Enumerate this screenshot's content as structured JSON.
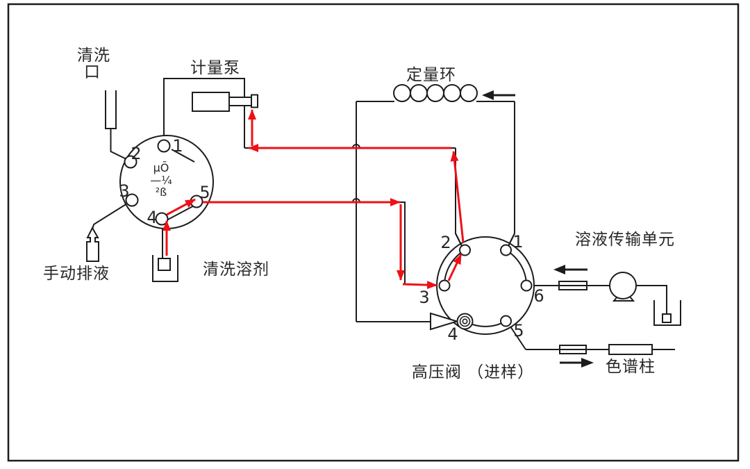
{
  "frame": {
    "background": "#ffffff"
  },
  "colors": {
    "line": "#1c1c1c",
    "flow": "#ee1016",
    "text": "#272727"
  },
  "labels": {
    "wash_port_line1": "清洗",
    "wash_port_line2": "口",
    "metering_pump": "计量泵",
    "sample_loop": "定量环",
    "solution_transfer_unit": "溶液传输单元",
    "manual_drain": "手动排液",
    "wash_solvent": "清洗溶剂",
    "high_pressure_valve": "高压阀 （进样）",
    "column": "色谱柱"
  },
  "left_valve": {
    "center_text": [
      "µÕ",
      "—¼",
      "²ß"
    ],
    "ports": [
      "1",
      "2",
      "3",
      "4",
      "5"
    ]
  },
  "right_valve": {
    "ports": [
      "1",
      "2",
      "3",
      "4",
      "5",
      "6"
    ]
  }
}
